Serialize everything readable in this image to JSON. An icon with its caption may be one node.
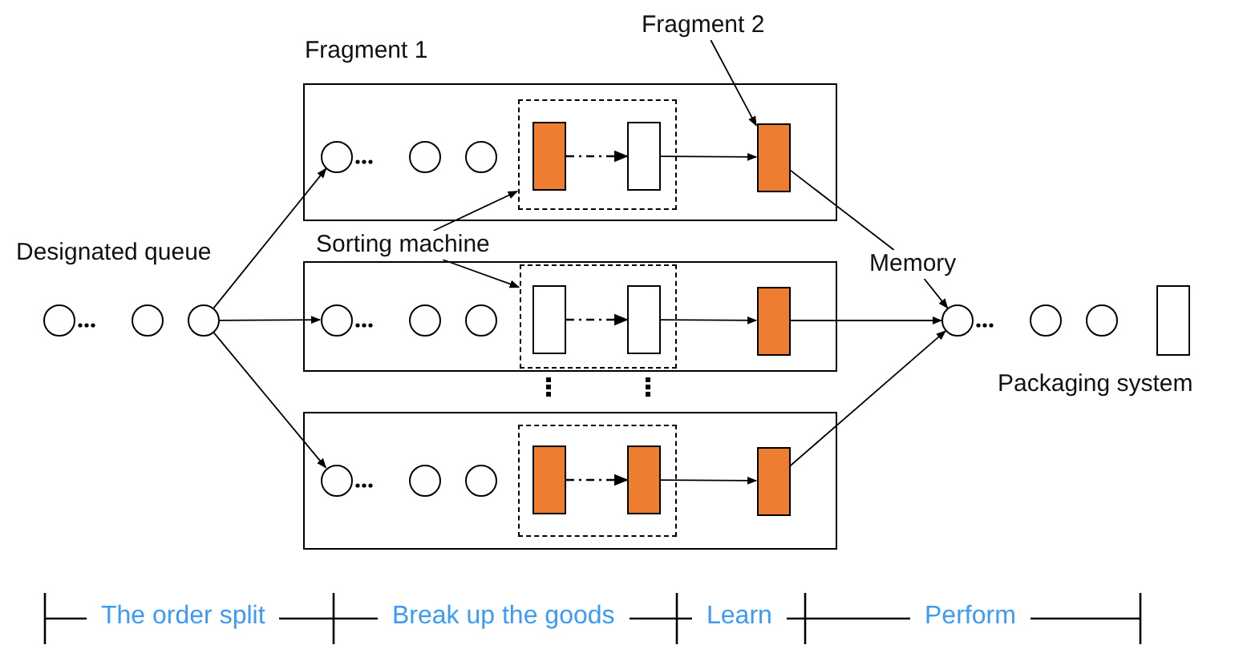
{
  "diagram": {
    "nodes": [
      {
        "text": [
          "Fragment 1"
        ]
      },
      {
        "text": [],
        "shape": "circle",
        "in": 0
      },
      {
        "text": [],
        "shape": "circle",
        "in": 0
      },
      {
        "text": [],
        "shape": "circle",
        "in": 0
      },
      {
        "text": [],
        "shape": "box",
        "in": 0
      },
      {
        "text": [],
        "shape": "box",
        "in": 4
      },
      {
        "text": [],
        "shape": "box",
        "in": 4
      },
      {
        "text": [],
        "shape": "box",
        "in": 0
      },
      {
        "text": [
          "Fragment 2"
        ]
      },
      {
        "text": [
          "Sorting machine"
        ]
      },
      {
        "text": [
          "Memory"
        ]
      },
      {
        "text": [],
        "shape": "circle"
      },
      {
        "text": [],
        "shape": "circle"
      },
      {
        "text": [],
        "shape": "circle"
      },
      {
        "text": [],
        "shape": "box"
      },
      {
        "text": [],
        "shape": "circle",
        "in": 14
      },
      {
        "text": [],
        "shape": "circle",
        "in": 14
      },
      {
        "text": [],
        "shape": "circle",
        "in": 14
      },
      {
        "text": [],
        "shape": "box",
        "in": 14
      },
      {
        "text": [],
        "shape": "box",
        "in": 18
      },
      {
        "text": [],
        "shape": "box",
        "in": 18
      },
      {
        "text": [],
        "shape": "box",
        "in": 14
      },
      {
        "text": [],
        "shape": "box"
      },
      {
        "text": [],
        "shape": "circle",
        "in": 22
      },
      {
        "text": [],
        "shape": "circle",
        "in": 22
      },
      {
        "text": [],
        "shape": "circle",
        "in": 22
      },
      {
        "text": [],
        "shape": "box",
        "in": 22
      },
      {
        "text": [],
        "shape": "box",
        "in": 26
      },
      {
        "text": [],
        "shape": "box",
        "in": 26
      },
      {
        "text": [],
        "shape": "box",
        "in": 22
      },
      {
        "text": [],
        "shape": "circle"
      },
      {
        "text": [],
        "shape": "circle"
      },
      {
        "text": [],
        "shape": "circle"
      },
      {
        "text": [],
        "shape": "box"
      }
    ],
    "edges": [
      {
        "from": 13,
        "to": 1,
        "arrow": "to"
      },
      {
        "from": 13,
        "to": 15,
        "arrow": "to"
      },
      {
        "from": 13,
        "to": 23,
        "arrow": "to"
      },
      {
        "from": 5,
        "to": 6,
        "arrow": "to",
        "style": "dashed"
      },
      {
        "from": 6,
        "to": 7,
        "arrow": "to"
      },
      {
        "from": 19,
        "to": 20,
        "arrow": "to",
        "style": "dashed"
      },
      {
        "from": 20,
        "to": 21,
        "arrow": "to"
      },
      {
        "from": 27,
        "to": 28,
        "arrow": "to",
        "style": "dashed"
      },
      {
        "from": 28,
        "to": 29,
        "arrow": "to"
      },
      {
        "from": 8,
        "to": 7,
        "arrow": "to"
      },
      {
        "from": 9,
        "to": 4,
        "arrow": "to"
      },
      {
        "from": 9,
        "to": 18,
        "arrow": "to"
      },
      {
        "from": 7,
        "to": 10,
        "arrow": "none"
      },
      {
        "from": 10,
        "to": 30,
        "arrow": "to"
      },
      {
        "from": 21,
        "to": 30,
        "arrow": "to"
      },
      {
        "from": 29,
        "to": 30,
        "arrow": "to"
      }
    ],
    "labels": [
      "Designated queue",
      "Packaging system",
      "The order split",
      "Break up the goods",
      "Learn",
      "Perform"
    ]
  }
}
